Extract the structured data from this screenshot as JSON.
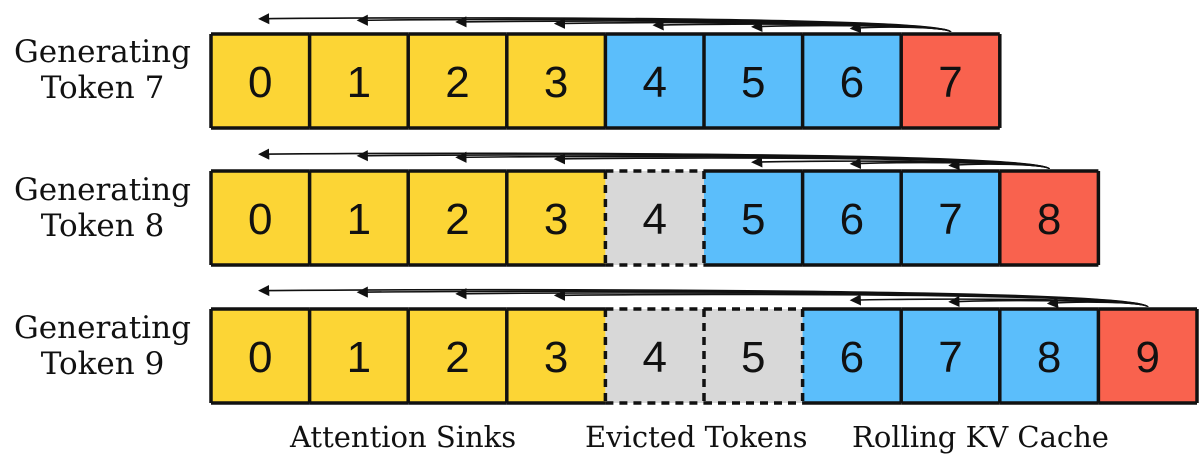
{
  "rows": [
    {
      "label_line1": "Generating",
      "label_line2": "Token 7",
      "tokens": [
        {
          "id": "0",
          "kind": "sink"
        },
        {
          "id": "1",
          "kind": "sink"
        },
        {
          "id": "2",
          "kind": "sink"
        },
        {
          "id": "3",
          "kind": "sink"
        },
        {
          "id": "4",
          "kind": "rolling"
        },
        {
          "id": "5",
          "kind": "rolling"
        },
        {
          "id": "6",
          "kind": "rolling"
        },
        {
          "id": "7",
          "kind": "current"
        }
      ]
    },
    {
      "label_line1": "Generating",
      "label_line2": "Token 8",
      "tokens": [
        {
          "id": "0",
          "kind": "sink"
        },
        {
          "id": "1",
          "kind": "sink"
        },
        {
          "id": "2",
          "kind": "sink"
        },
        {
          "id": "3",
          "kind": "sink"
        },
        {
          "id": "4",
          "kind": "evicted"
        },
        {
          "id": "5",
          "kind": "rolling"
        },
        {
          "id": "6",
          "kind": "rolling"
        },
        {
          "id": "7",
          "kind": "rolling"
        },
        {
          "id": "8",
          "kind": "current"
        }
      ]
    },
    {
      "label_line1": "Generating",
      "label_line2": "Token 9",
      "tokens": [
        {
          "id": "0",
          "kind": "sink"
        },
        {
          "id": "1",
          "kind": "sink"
        },
        {
          "id": "2",
          "kind": "sink"
        },
        {
          "id": "3",
          "kind": "sink"
        },
        {
          "id": "4",
          "kind": "evicted"
        },
        {
          "id": "5",
          "kind": "evicted"
        },
        {
          "id": "6",
          "kind": "rolling"
        },
        {
          "id": "7",
          "kind": "rolling"
        },
        {
          "id": "8",
          "kind": "rolling"
        },
        {
          "id": "9",
          "kind": "current"
        }
      ]
    }
  ],
  "legend": {
    "sinks": "Attention Sinks",
    "evicted": "Evicted Tokens",
    "rolling": "Rolling KV Cache"
  },
  "colors": {
    "sink": "#FCD535",
    "rolling": "#5BBEFB",
    "current": "#F9624E",
    "evicted": "#D8D8D8",
    "border": "#111111"
  }
}
